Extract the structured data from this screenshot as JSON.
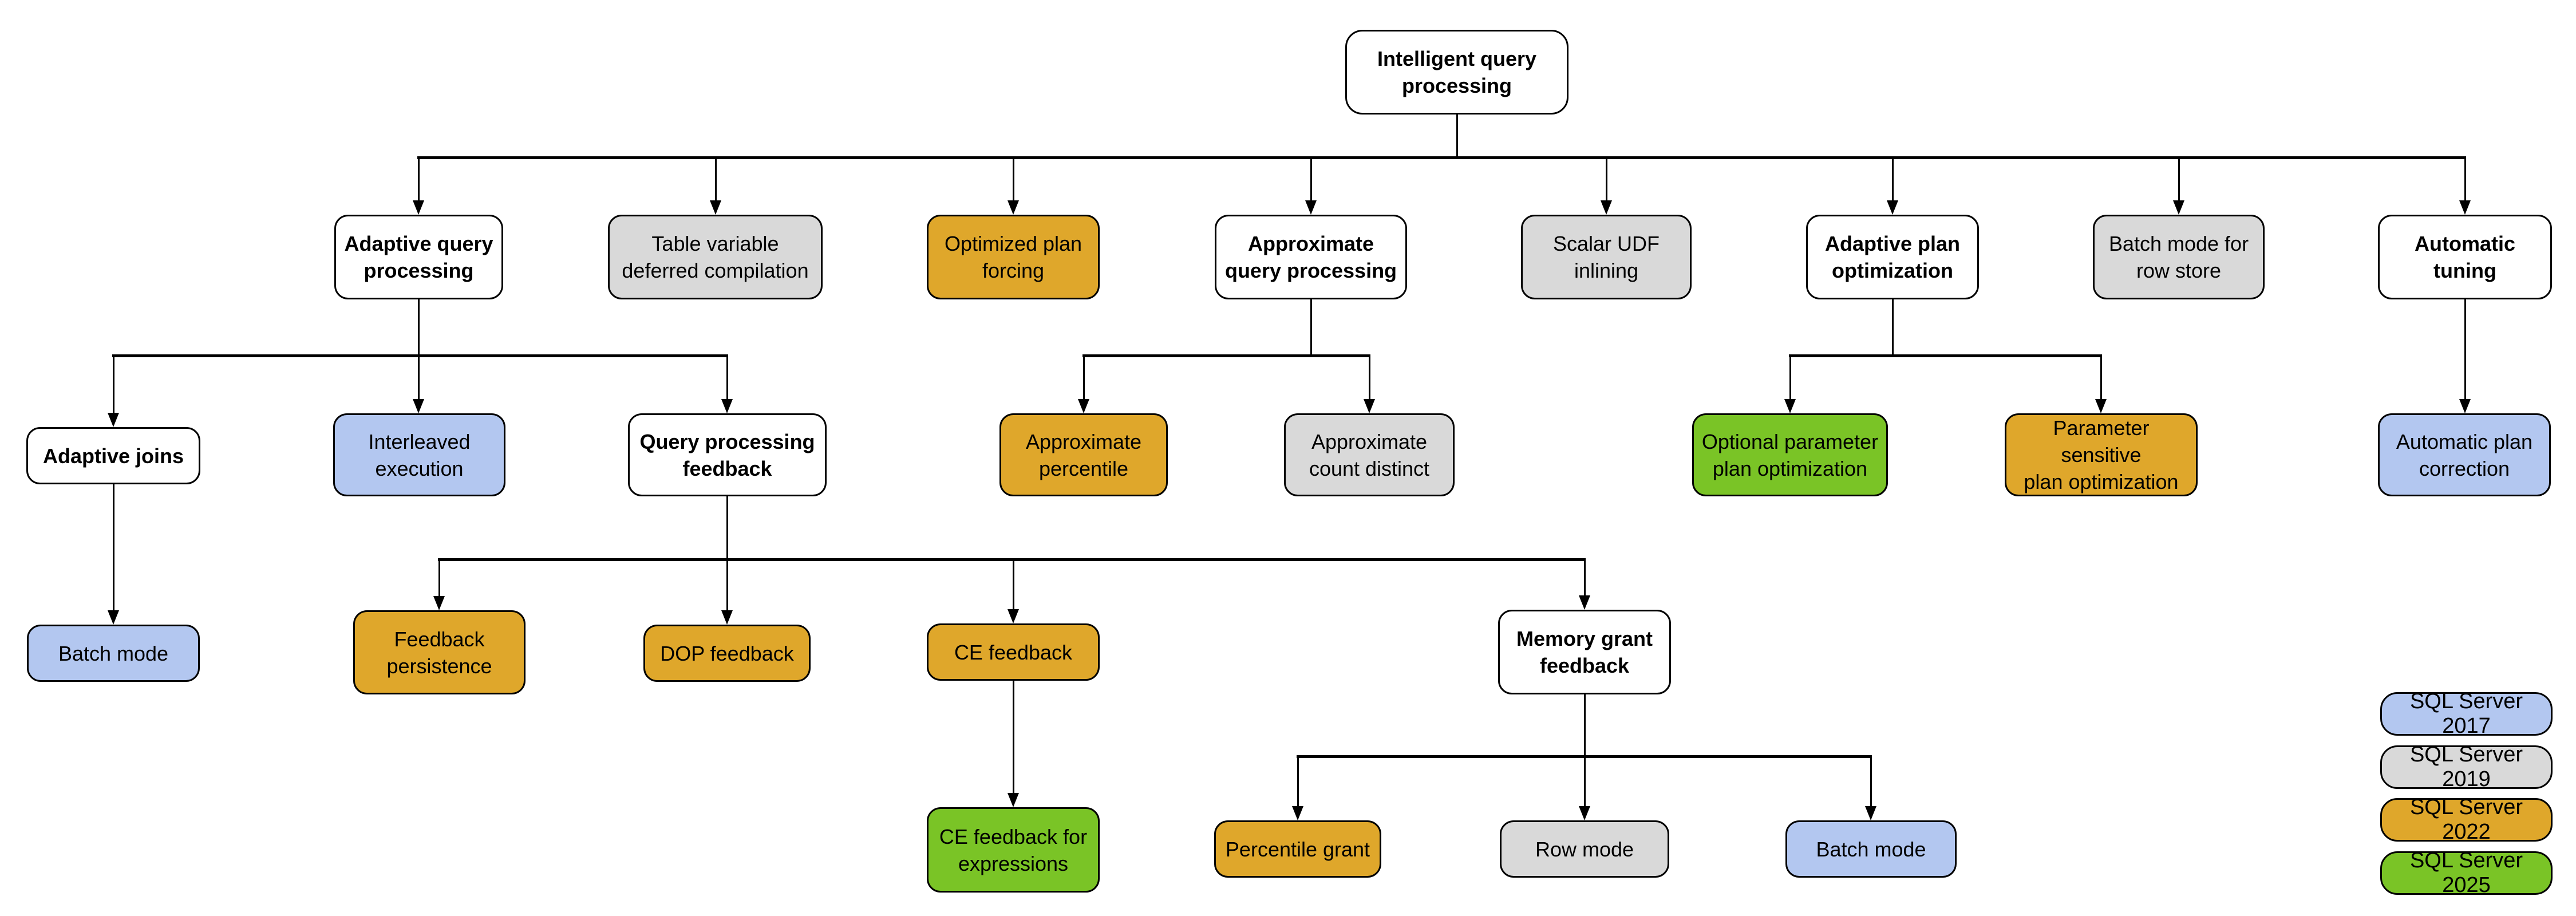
{
  "diagram": {
    "root_label": "Intelligent query\nprocessing",
    "description_root": "Intelligent query processing feature family tree"
  },
  "colors": {
    "white": "#FFFFFF",
    "v2017": "#B3C7F0",
    "v2019": "#D9D9D9",
    "v2022": "#DFA72B",
    "v2025": "#7AC426",
    "border": "#000000",
    "background": "#FFFFFF"
  },
  "nodes": {
    "root": {
      "label": "Intelligent query\nprocessing"
    },
    "adaptive_query_processing": {
      "label": "Adaptive query\nprocessing"
    },
    "table_variable_deferred_compilation": {
      "label": "Table variable\ndeferred compilation",
      "version": "SQL Server 2019"
    },
    "optimized_plan_forcing": {
      "label": "Optimized plan\nforcing",
      "version": "SQL Server 2022"
    },
    "approximate_query_processing": {
      "label": "Approximate\nquery processing"
    },
    "scalar_udf_inlining": {
      "label": "Scalar UDF\ninlining",
      "version": "SQL Server 2019"
    },
    "adaptive_plan_optimization": {
      "label": "Adaptive plan\noptimization"
    },
    "batch_mode_for_row_store": {
      "label": "Batch mode for\nrow store",
      "version": "SQL Server 2019"
    },
    "automatic_tuning": {
      "label": "Automatic\ntuning"
    },
    "adaptive_joins": {
      "label": "Adaptive joins"
    },
    "interleaved_execution": {
      "label": "Interleaved\nexecution",
      "version": "SQL Server 2017"
    },
    "query_processing_feedback": {
      "label": "Query processing\nfeedback"
    },
    "approximate_percentile": {
      "label": "Approximate\npercentile",
      "version": "SQL Server 2022"
    },
    "approximate_count_distinct": {
      "label": "Approximate\ncount distinct",
      "version": "SQL Server 2019"
    },
    "optional_parameter_plan_optimization": {
      "label": "Optional parameter\nplan optimization",
      "version": "SQL Server 2025"
    },
    "parameter_sensitive_plan_optimization": {
      "label": "Parameter sensitive\nplan optimization",
      "version": "SQL Server 2022"
    },
    "automatic_plan_correction": {
      "label": "Automatic plan\ncorrection",
      "version": "SQL Server 2017"
    },
    "batch_mode_adaptive_joins": {
      "label": "Batch mode",
      "version": "SQL Server 2017"
    },
    "feedback_persistence": {
      "label": "Feedback\npersistence",
      "version": "SQL Server 2022"
    },
    "dop_feedback": {
      "label": "DOP feedback",
      "version": "SQL Server 2022"
    },
    "ce_feedback": {
      "label": "CE feedback",
      "version": "SQL Server 2022"
    },
    "memory_grant_feedback": {
      "label": "Memory grant\nfeedback"
    },
    "ce_feedback_for_expressions": {
      "label": "CE feedback for\nexpressions",
      "version": "SQL Server 2025"
    },
    "percentile_grant": {
      "label": "Percentile grant",
      "version": "SQL Server 2022"
    },
    "row_mode": {
      "label": "Row mode",
      "version": "SQL Server 2019"
    },
    "batch_mode_memory_grant": {
      "label": "Batch mode",
      "version": "SQL Server 2017"
    }
  },
  "edges": [
    {
      "from": "root",
      "to": "adaptive_query_processing"
    },
    {
      "from": "root",
      "to": "table_variable_deferred_compilation"
    },
    {
      "from": "root",
      "to": "optimized_plan_forcing"
    },
    {
      "from": "root",
      "to": "approximate_query_processing"
    },
    {
      "from": "root",
      "to": "scalar_udf_inlining"
    },
    {
      "from": "root",
      "to": "adaptive_plan_optimization"
    },
    {
      "from": "root",
      "to": "batch_mode_for_row_store"
    },
    {
      "from": "root",
      "to": "automatic_tuning"
    },
    {
      "from": "adaptive_query_processing",
      "to": "adaptive_joins"
    },
    {
      "from": "adaptive_query_processing",
      "to": "interleaved_execution"
    },
    {
      "from": "adaptive_query_processing",
      "to": "query_processing_feedback"
    },
    {
      "from": "approximate_query_processing",
      "to": "approximate_percentile"
    },
    {
      "from": "approximate_query_processing",
      "to": "approximate_count_distinct"
    },
    {
      "from": "adaptive_plan_optimization",
      "to": "optional_parameter_plan_optimization"
    },
    {
      "from": "adaptive_plan_optimization",
      "to": "parameter_sensitive_plan_optimization"
    },
    {
      "from": "automatic_tuning",
      "to": "automatic_plan_correction"
    },
    {
      "from": "adaptive_joins",
      "to": "batch_mode_adaptive_joins"
    },
    {
      "from": "query_processing_feedback",
      "to": "feedback_persistence"
    },
    {
      "from": "query_processing_feedback",
      "to": "dop_feedback"
    },
    {
      "from": "query_processing_feedback",
      "to": "ce_feedback"
    },
    {
      "from": "query_processing_feedback",
      "to": "memory_grant_feedback"
    },
    {
      "from": "ce_feedback",
      "to": "ce_feedback_for_expressions"
    },
    {
      "from": "memory_grant_feedback",
      "to": "percentile_grant"
    },
    {
      "from": "memory_grant_feedback",
      "to": "row_mode"
    },
    {
      "from": "memory_grant_feedback",
      "to": "batch_mode_memory_grant"
    }
  ],
  "legend": {
    "items": [
      {
        "label": "SQL Server 2017",
        "color": "#B3C7F0"
      },
      {
        "label": "SQL Server 2019",
        "color": "#D9D9D9"
      },
      {
        "label": "SQL Server 2022",
        "color": "#DFA72B"
      },
      {
        "label": "SQL Server 2025",
        "color": "#7AC426"
      }
    ]
  }
}
